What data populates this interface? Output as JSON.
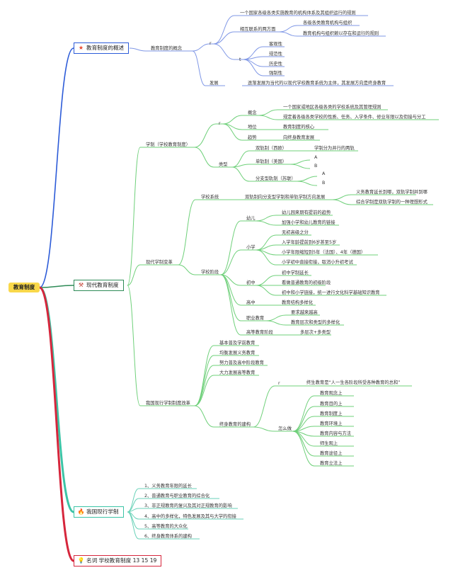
{
  "root": "教育制度",
  "branch1": {
    "label": "教育制度的概述",
    "concept": "教育制度的概念",
    "r": "r",
    "c1": "一个国家各级各类实施教育的机构体系及其组织运行的规则",
    "c2": "相互联系的两方面",
    "c2a": "各级各类教育机构与组织",
    "c2b": "教育机构与组织赖以存在和运行的规则",
    "t": "t",
    "t1": "客观性",
    "t2": "规范性",
    "t3": "历史性",
    "t4": "强制性",
    "dev": "发展",
    "dev1": "逐渐发展为当代的以现代学校教育系统为主体，其发展方向是终身教育"
  },
  "branch2": {
    "label": "现代教育制度",
    "xuezhi": "学制（学校教育制度）",
    "r": "r",
    "gainian": "概念",
    "g1": "一个国家或地区各级各类的学校系统及其管理规则",
    "g2": "规定着各级各类学校的性质、任务、入学条件、修业年限以及衔接与分工",
    "diwei": "地位",
    "diwei1": "教育制度的核心",
    "qushi": "趋势",
    "qushi1": "向终身教育发展",
    "leixing": "类型",
    "s1": "双轨制（西欧）",
    "s1a": "学制分为并行的两轨",
    "s2": "单轨制（美国）",
    "s2a": "A",
    "s2b": "B",
    "s3": "分支型轨制（苏联）",
    "s3a": "A",
    "s3b": "B",
    "biange": "现代学制变革",
    "xuexiao": "学校系统",
    "xuexiao1": "双轨制向分支型学制和单轨学制方向发展",
    "xx_a": "义务教育延长到哪，双轨学制并到哪",
    "xx_b": "综合学制是双轨学制的一种理想形式",
    "jieduan": "学校阶段",
    "youer": "幼儿",
    "y1": "幼儿园来期有提前的趋势",
    "y2": "加强小学和幼儿教育的链接",
    "xiaoxue": "小学",
    "x1": "无初高级之分",
    "x2": "入学年龄提前到6岁甚至5岁",
    "x3": "小学年限缩短到5年（法国）、4年（德国）",
    "x4": "小学初中直接衔接，取消小升初考试",
    "chuzhong": "初中",
    "cz1": "初中学制延长",
    "cz2": "看做普通教育的初级阶段",
    "cz3": "初中和小学链接，统一进行文化科学基础知识教育",
    "gaozhong": "高中",
    "gz1": "教育结构多样化",
    "zhiye": "职业教育",
    "zy1": "要求越来越高",
    "zy2": "教育层次和类型的多样化",
    "gaodeng": "高等教育阶段",
    "gd1": "多层次+多类型",
    "gaige": "我国现行学制制度改革",
    "gg1": "基本普及学前教育",
    "gg2": "均衡发展义务教育",
    "gg3": "努力普及高中阶段教育",
    "gg4": "大力发展高等教育",
    "zhongshen": "终身教育的建构",
    "r2": "r",
    "zs1": "终生教育是“人一生各阶段所受各种教育的总和”",
    "zenme": "怎么做",
    "zm": [
      "教育观念上",
      "教育目的上",
      "教育制度上",
      "教育环境上",
      "教育内容与方法",
      "师生观上",
      "教育途径上",
      "教育立法上"
    ]
  },
  "branch3": {
    "label": "我国现行学制",
    "items": [
      "1、义务教育年限的延长",
      "2、普通教育与职业教育的综合化",
      "3、非正规教育的复兴及其对正规教育的影响",
      "4、高中的多样化，特色发展及其与大学的衔接",
      "5、高等教育的大众化",
      "6、终身教育体系的建构"
    ]
  },
  "branch4": {
    "label": "名词 学校教育制度 13 15 19"
  },
  "colors": {
    "b1": "#2c5bd8",
    "b2": "#2e8b57",
    "b3": "#3cc4a6",
    "b4": "#d6263c",
    "sub1": "#7f97e6",
    "sub2": "#6fd07a",
    "sub3": "#69d2b8",
    "root": "#f9d84a"
  },
  "icons": {
    "b1": "star-icon",
    "b2": "tools-icon",
    "b3": "flame-icon",
    "b4": "lightbulb-icon"
  }
}
